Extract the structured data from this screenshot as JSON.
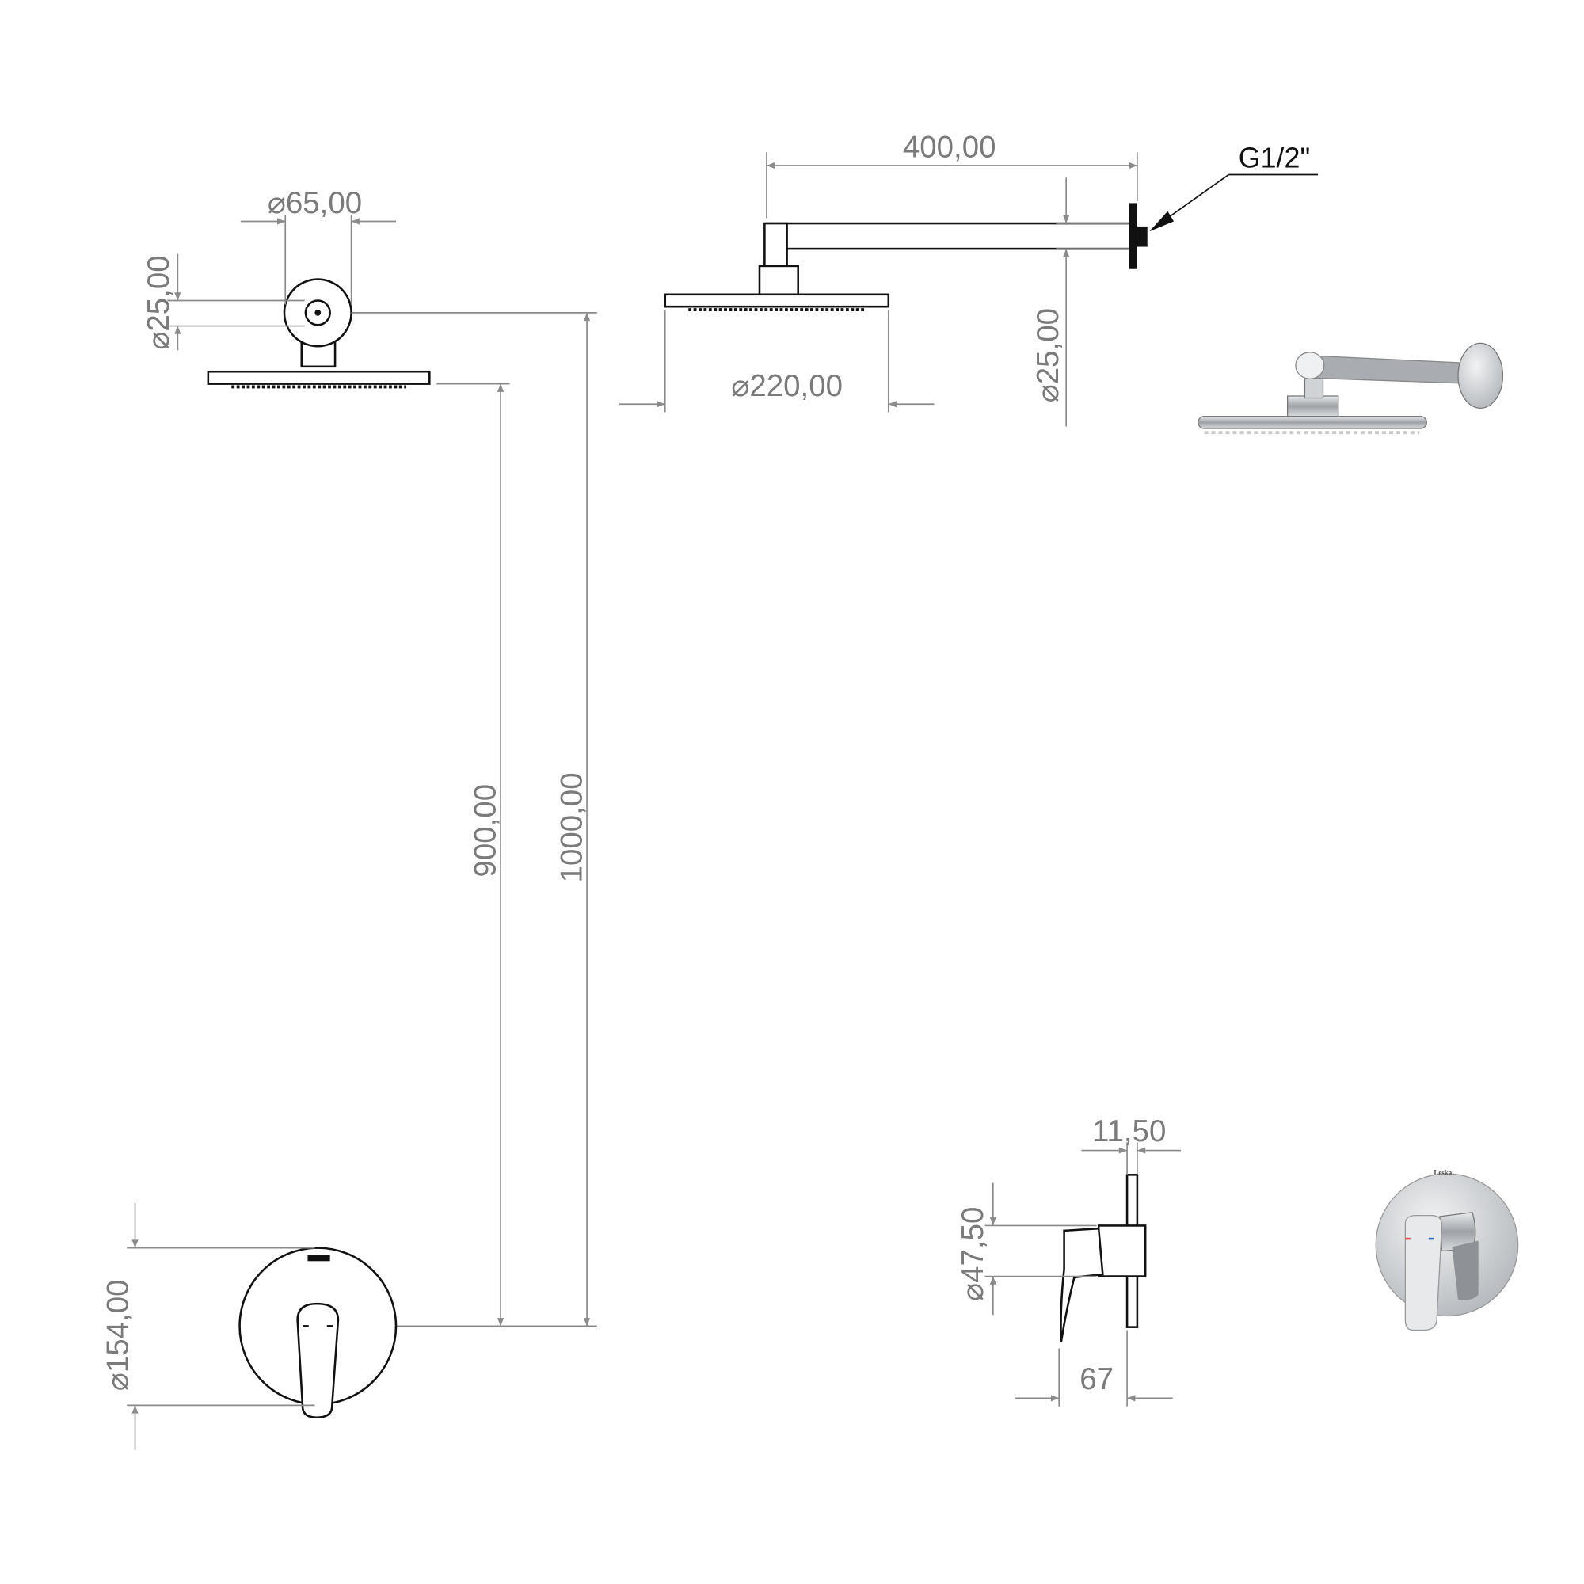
{
  "dimensions": {
    "top_view_flange_dia": "⌀65,00",
    "top_view_arm_dia": "⌀25,00",
    "head_height": "900,00",
    "arm_height": "1000,00",
    "arm_length": "400,00",
    "thread": "G1/2\"",
    "side_arm_dia": "⌀25,00",
    "head_dia": "⌀220,00",
    "mixer_plate_dia": "⌀154,00",
    "mixer_plate_thickness": "11,50",
    "mixer_body_dia": "⌀47,50",
    "mixer_depth": "67"
  },
  "product_photo": {
    "brand_mark": "Leska"
  },
  "colors": {
    "dimension": "#7a7a7a",
    "outline": "#111111",
    "chrome": "#b8bcc0"
  }
}
